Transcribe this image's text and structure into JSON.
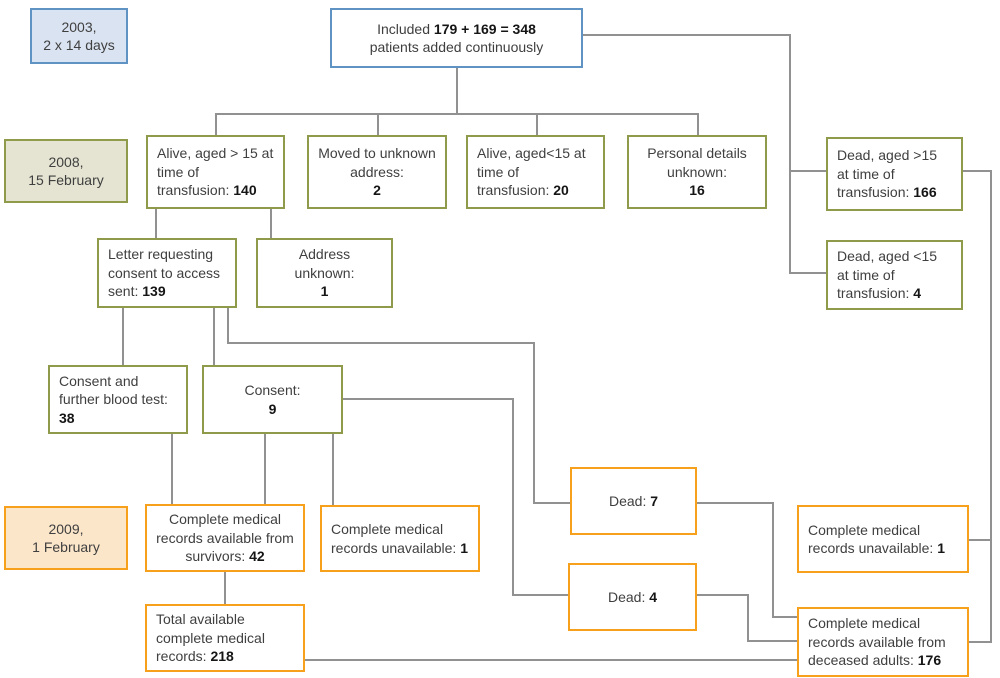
{
  "colors": {
    "blue_border": "#5f93c3",
    "blue_fill": "#dae3f1",
    "olive_border": "#8f9b4a",
    "olive_fill": "#e5e4d2",
    "orange_border": "#f6a01b",
    "orange_fill": "#fbe6ca",
    "connector_gray": "#919191"
  },
  "boxes": {
    "label_2003": {
      "line1": "2003,",
      "line2": "2 x 14 days"
    },
    "included": {
      "prefix": "Included ",
      "bold": "179 + 169 = 348",
      "line2": "patients added continuously"
    },
    "label_2008": {
      "line1": "2008,",
      "line2": "15 February"
    },
    "alive_over15": {
      "text": "Alive, aged > 15 at time of transfusion: ",
      "value": "140"
    },
    "moved": {
      "text": "Moved to unknown address:",
      "value": "2"
    },
    "alive_under15": {
      "text": "Alive, aged<15 at time of transfusion: ",
      "value": "20"
    },
    "personal": {
      "text": "Personal details unknown:",
      "value": "16"
    },
    "dead_over15": {
      "text": "Dead, aged >15 at time of transfusion: ",
      "value": "166"
    },
    "dead_under15": {
      "text": "Dead, aged <15 at time of transfusion: ",
      "value": "4"
    },
    "letter": {
      "text": "Letter requesting consent to access sent: ",
      "value": "139"
    },
    "address_unknown": {
      "text": "Address unknown:",
      "value": "1"
    },
    "consent_blood": {
      "text": "Consent and further blood test: ",
      "value": "38"
    },
    "consent": {
      "text": "Consent:",
      "value": "9"
    },
    "label_2009": {
      "line1": "2009,",
      "line2": "1 February"
    },
    "records_survivors": {
      "text": "Complete medical records available from survivors: ",
      "value": "42"
    },
    "records_unavailable_left": {
      "text": "Complete medical records unavailable: ",
      "value": "1"
    },
    "dead7": {
      "text": "Dead: ",
      "value": "7"
    },
    "dead4": {
      "text": "Dead: ",
      "value": "4"
    },
    "records_unavailable_right": {
      "text": "Complete medical records unavailable: ",
      "value": "1"
    },
    "records_deceased": {
      "text": "Complete medical records available from deceased adults: ",
      "value": "176"
    },
    "total_records": {
      "text": "Total available complete medical records: ",
      "value": "218"
    }
  }
}
